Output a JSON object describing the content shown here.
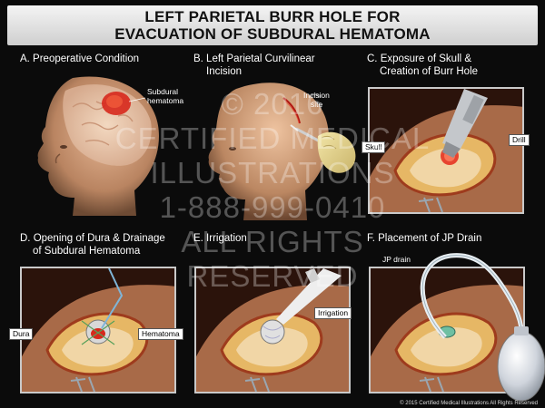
{
  "title": {
    "line1": "LEFT PARIETAL BURR HOLE FOR",
    "line2": "EVACUATION OF SUBDURAL HEMATOMA"
  },
  "panels": {
    "a": {
      "label_lines": [
        "A. Preoperative Condition"
      ],
      "callouts": {
        "subdural_hematoma_line1": "Subdural",
        "subdural_hematoma_line2": "hematoma"
      }
    },
    "b": {
      "label_lines": [
        "B. Left Parietal Curvilinear",
        "Incision"
      ],
      "callouts": {
        "incision_site_line1": "Incision",
        "incision_site_line2": "site"
      }
    },
    "c": {
      "label_lines": [
        "C. Exposure of Skull &",
        "Creation of Burr Hole"
      ],
      "callouts": {
        "skull": "Skull",
        "drill": "Drill"
      }
    },
    "d": {
      "label_lines": [
        "D. Opening of Dura & Drainage",
        "of Subdural Hematoma"
      ],
      "callouts": {
        "dura": "Dura",
        "hematoma": "Hematoma"
      }
    },
    "e": {
      "label_lines": [
        "E. Irrigation"
      ],
      "callouts": {
        "irrigation": "Irrigation"
      }
    },
    "f": {
      "label_lines": [
        "F. Placement of JP Drain"
      ],
      "callouts": {
        "jp_drain": "JP drain"
      }
    }
  },
  "watermark": {
    "lines": [
      "© 2016",
      "CERTIFIED MEDICAL",
      "ILLUSTRATIONS",
      "1-888-999-0410",
      "ALL RIGHTS",
      "RESERVED"
    ]
  },
  "copyright": "© 2015 Certified Medical Illustrations All Rights Reserved",
  "colors": {
    "background": "#0b0b0b",
    "banner": "#e6e6e6",
    "panel_border": "#c9c9c9",
    "skin": "#c99878",
    "hematoma": "#d7281c",
    "bone": "#e6b765"
  }
}
